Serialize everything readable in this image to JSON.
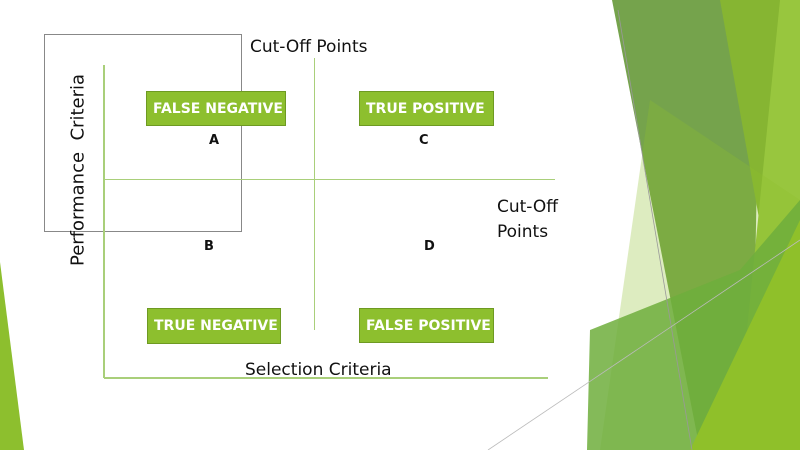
{
  "diagram": {
    "top_cutoff_label": "Cut-Off Points",
    "right_cutoff_label_line1": "Cut-Off",
    "right_cutoff_label_line2": "Points",
    "y_axis_label": "Performance  Criteria",
    "x_axis_label": "Selection Criteria",
    "quadrants": [
      {
        "label": "FALSE NEGATIVE",
        "letter": "A"
      },
      {
        "label": "TRUE POSITIVE",
        "letter": "C"
      },
      {
        "label": "TRUE NEGATIVE",
        "letter": "B"
      },
      {
        "label": "FALSE POSITIVE",
        "letter": "D"
      }
    ]
  },
  "colors": {
    "accent": "#8dbf2e",
    "dark_green": "#5f9a36",
    "line": "#a9cf7a"
  }
}
